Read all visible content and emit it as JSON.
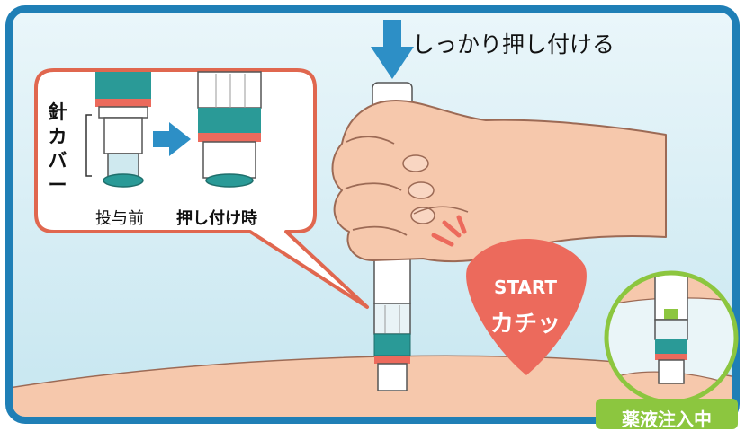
{
  "instruction": "しっかり押し付ける",
  "inset": {
    "vertical_label": "針カバー",
    "before_label": "投与前",
    "after_label": "押し付け時"
  },
  "badge": {
    "line1": "START",
    "line2": "カチッ"
  },
  "status_label": "薬液注入中",
  "colors": {
    "frame": "#1f7fb6",
    "sky_top": "#e7f4f8",
    "sky_bottom": "#c8e7f1",
    "skin": "#f6c8ac",
    "teal": "#2a9a97",
    "coral": "#ec6a5c",
    "green": "#8cc63f",
    "arrow": "#2d8fc6"
  }
}
